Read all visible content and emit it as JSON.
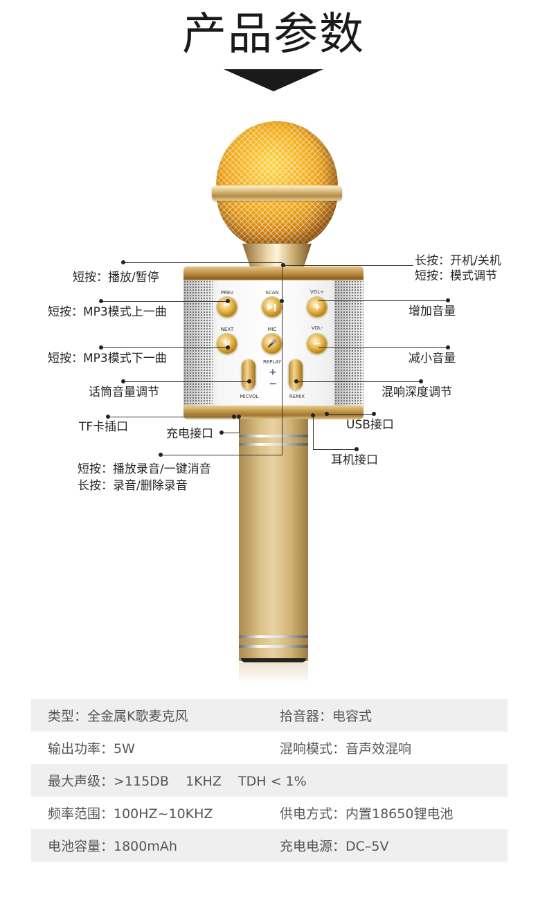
{
  "header": {
    "title": "产品参数",
    "arrow_icon": "down-triangle-icon"
  },
  "microphone": {
    "button_labels": {
      "prev": "PREV",
      "scan": "SCAN",
      "vol_up": "VOL+",
      "next": "NEXT",
      "mic": "MIC",
      "vol_down": "VOL-",
      "replay": "REPLAY",
      "micvol": "MICVOL",
      "remix": "REMIX",
      "plus": "+",
      "minus": "−"
    },
    "button_glyphs": {
      "prev": "^",
      "scan": "▶‖",
      "vol_up": "+",
      "next": "v",
      "mic": "🎤",
      "vol_down": "−"
    },
    "colors": {
      "gold": "#d4b070",
      "grille_gold": "#f0a418",
      "panel": "#f6f6f6"
    }
  },
  "callouts": {
    "left": [
      {
        "id": "play-pause",
        "text": "短按：播放/暂停"
      },
      {
        "id": "prev-track",
        "text": "短按：MP3模式上一曲"
      },
      {
        "id": "next-track",
        "text": "短按：MP3模式下一曲"
      },
      {
        "id": "mic-volume",
        "text": "话筒音量调节"
      },
      {
        "id": "tf-slot",
        "text": "TF卡插口"
      },
      {
        "id": "charge-port",
        "text": "充电接口"
      },
      {
        "id": "record-line1",
        "text": "短按：播放录音/一键消音"
      },
      {
        "id": "record-line2",
        "text": "长按：录音/删除录音"
      }
    ],
    "right": [
      {
        "id": "power-line1",
        "text": "长按：开机/关机"
      },
      {
        "id": "power-line2",
        "text": "短按：模式调节"
      },
      {
        "id": "vol-up",
        "text": "增加音量"
      },
      {
        "id": "vol-down",
        "text": "减小音量"
      },
      {
        "id": "remix-depth",
        "text": "混响深度调节"
      },
      {
        "id": "usb-port",
        "text": "USB接口"
      },
      {
        "id": "earphone-port",
        "text": "耳机接口"
      }
    ]
  },
  "specs": {
    "rows": [
      {
        "left": "类型：全金属K歌麦克风",
        "right": "拾音器：电容式",
        "shaded": true
      },
      {
        "left": "输出功率：5W",
        "right": "混响模式：音声效混响",
        "shaded": false
      },
      {
        "left": "最大声级：>115DB    1KHZ    TDH < 1%",
        "right": "",
        "shaded": true
      },
      {
        "left": "频率范围：100HZ~10KHZ",
        "right": "供电方式：内置18650锂电池",
        "shaded": false
      },
      {
        "left": "电池容量：1800mAh",
        "right": "充电电源：DC–5V",
        "shaded": true
      }
    ]
  }
}
